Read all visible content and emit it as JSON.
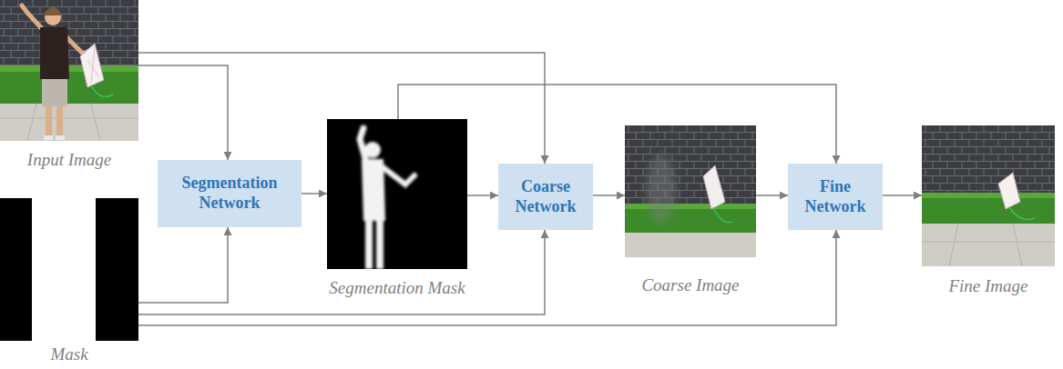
{
  "diagram": {
    "nodes": [
      {
        "text": [
          "Input Image"
        ]
      },
      {
        "text": [
          "Mask"
        ]
      },
      {
        "text": [
          "Segmentation Network"
        ]
      },
      {
        "text": [
          "Segmentation Mask"
        ]
      },
      {
        "text": [
          "Coarse Network"
        ]
      },
      {
        "text": [
          "Coarse Image"
        ]
      },
      {
        "text": [
          "Fine Network"
        ]
      },
      {
        "text": [
          "Fine Image"
        ]
      }
    ],
    "edges": [
      {
        "from": 0,
        "to": 2,
        "arrow": "to"
      },
      {
        "from": 0,
        "to": 4,
        "arrow": "to"
      },
      {
        "from": 1,
        "to": 2,
        "arrow": "to"
      },
      {
        "from": 1,
        "to": 4,
        "arrow": "to"
      },
      {
        "from": 1,
        "to": 6,
        "arrow": "to"
      },
      {
        "from": 2,
        "to": 3,
        "arrow": "to"
      },
      {
        "from": 3,
        "to": 4,
        "arrow": "to"
      },
      {
        "from": 3,
        "to": 6,
        "arrow": "to"
      },
      {
        "from": 4,
        "to": 5,
        "arrow": "to"
      },
      {
        "from": 5,
        "to": 6,
        "arrow": "to"
      },
      {
        "from": 6,
        "to": 7,
        "arrow": "to"
      }
    ]
  }
}
